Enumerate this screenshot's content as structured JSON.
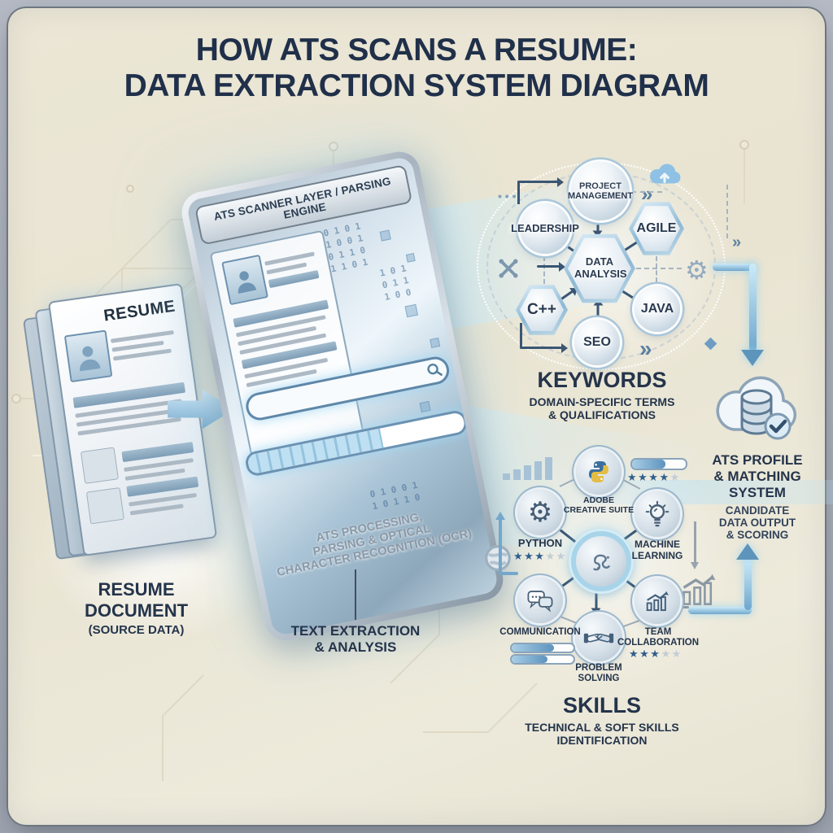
{
  "title": {
    "line1": "HOW ATS SCANS A RESUME:",
    "line2": "DATA EXTRACTION SYSTEM DIAGRAM"
  },
  "resume_document": {
    "page_title": "RESUME",
    "caption_line1": "RESUME",
    "caption_line2": "DOCUMENT",
    "caption_line3": "(SOURCE DATA)"
  },
  "scanner": {
    "header": "ATS SCANNER LAYER / PARSING ENGINE",
    "process_line1": "ATS PROCESSING,",
    "process_line2": "PARSING & OPTICAL",
    "process_line3": "CHARACTER RECOGNITION (OCR)",
    "binary_a": "0 1 0 1\n1 0 0 1\n0 1 1 0\n1 1 0 1",
    "binary_b": "1 0 1\n0 1 1\n1 0 0",
    "binary_c": "0 1 0 0 1\n1 0 1 1 0",
    "caption_line1": "TEXT EXTRACTION",
    "caption_line2": "& ANALYSIS"
  },
  "keywords_cluster": {
    "nodes": [
      {
        "label": "PROJECT MANAGEMENT",
        "shape": "circle"
      },
      {
        "label": "LEADERSHIP",
        "shape": "circle"
      },
      {
        "label": "AGILE",
        "shape": "hexagon"
      },
      {
        "label": "DATA ANALYSIS",
        "shape": "hexagon"
      },
      {
        "label": "C++",
        "shape": "hexagon"
      },
      {
        "label": "JAVA",
        "shape": "circle"
      },
      {
        "label": "SEO",
        "shape": "circle"
      }
    ],
    "heading": "KEYWORDS",
    "subheading_line1": "DOMAIN-SPECIFIC TERMS",
    "subheading_line2": "& QUALIFICATIONS"
  },
  "ats_profile": {
    "heading_line1": "ATS PROFILE",
    "heading_line2": "& MATCHING",
    "heading_line3": "SYSTEM",
    "sub_line1": "CANDIDATE",
    "sub_line2": "DATA OUTPUT",
    "sub_line3": "& SCORING"
  },
  "skills_cluster": {
    "nodes": [
      {
        "label": "ADOBE CREATIVE SUITE",
        "icon": "python-logo"
      },
      {
        "label": "PYTHON",
        "icon": "gear"
      },
      {
        "label": "MACHINE LEARNING",
        "icon": "lightbulb"
      },
      {
        "label": "COMMUNICATION",
        "icon": "chat-bubbles"
      },
      {
        "label": "TEAM COLLABORATION",
        "icon": "trend-chart"
      },
      {
        "label": "PROBLEM SOLVING",
        "icon": "handshake"
      }
    ],
    "heading": "SKILLS",
    "subheading_line1": "TECHNICAL & SOFT SKILLS",
    "subheading_line2": "IDENTIFICATION",
    "ratings": {
      "adobe_filled": "★★★★",
      "adobe_empty": "★",
      "python_filled": "★★★",
      "python_empty": "★★",
      "team_filled": "★★★",
      "team_empty": "★★"
    },
    "meters": {
      "adobe_pct": 62,
      "communication_pct_1": 68,
      "communication_pct_2": 58
    }
  },
  "icons": {
    "gear": "⚙",
    "chevron": "»",
    "dots": "• • •"
  },
  "colors": {
    "canvas": "#eae5d4",
    "navy": "#20304a",
    "accent_blue": "#6fa6cc",
    "node_rim": "#a9c6da"
  }
}
